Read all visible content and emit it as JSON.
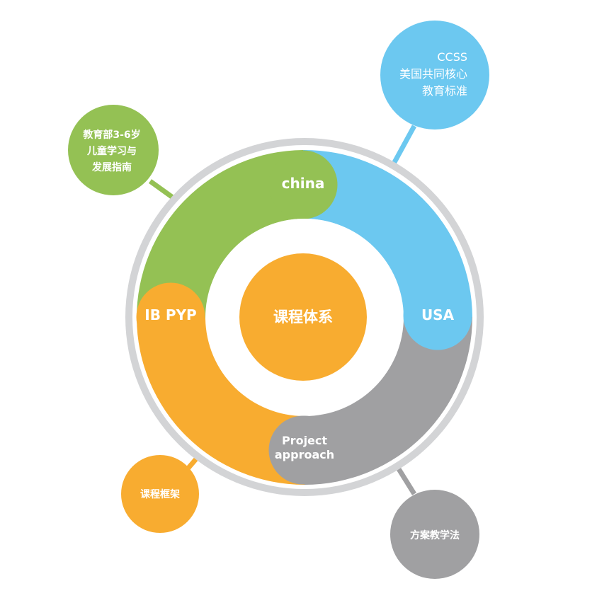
{
  "center": {
    "label": "课程体系"
  },
  "segments": {
    "china": {
      "label": "china"
    },
    "usa": {
      "label": "USA"
    },
    "project": {
      "lines": [
        "Project",
        "approach"
      ]
    },
    "ibpyp": {
      "label": "IB PYP"
    }
  },
  "bubbles": {
    "china": {
      "lines": [
        "教育部3-6岁",
        "儿童学习与",
        "发展指南"
      ]
    },
    "usa": {
      "lines": [
        "CCSS",
        "美国共同核心",
        "教育标准"
      ]
    },
    "project": {
      "lines": [
        "方案教学法"
      ]
    },
    "ibpyp": {
      "lines": [
        "课程框架"
      ]
    }
  },
  "colors": {
    "green": "#94c154",
    "blue": "#6cc8f0",
    "gray": "#a0a0a2",
    "orange": "#f8ac30",
    "outer_ring": "#d3d4d6"
  }
}
